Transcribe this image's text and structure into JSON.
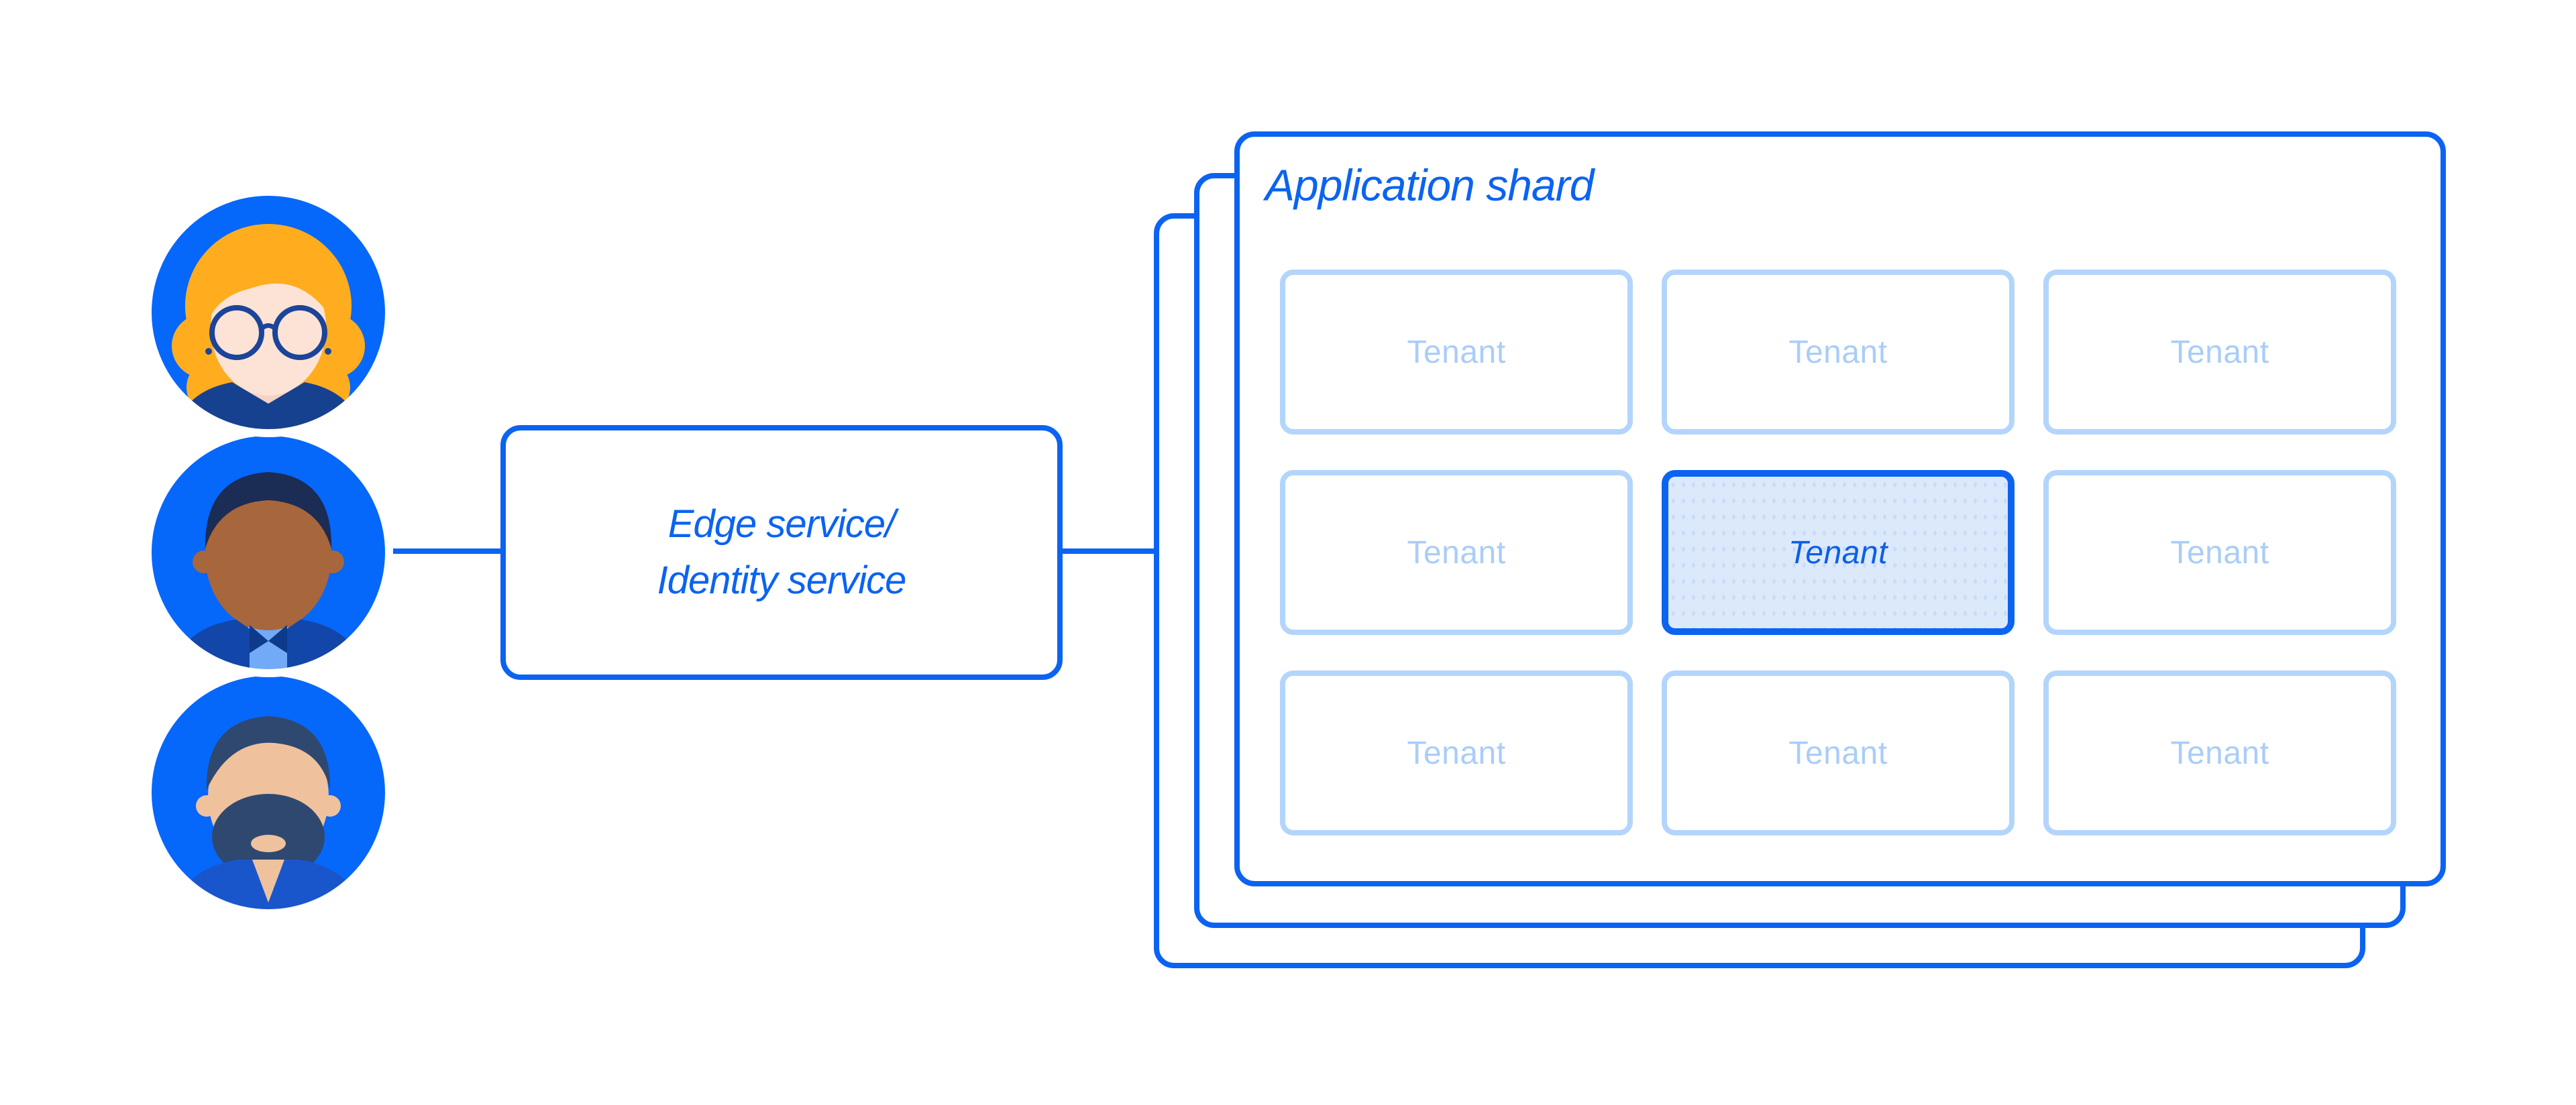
{
  "canvas": {
    "background": "#FFFFFF"
  },
  "palette": {
    "primary_blue": "#0B63F1",
    "avatar_circle_blue": "#0667FB",
    "tenant_border_light_blue": "#B3D5FC",
    "tenant_text_light_blue": "#A9CDF8",
    "highlight_fill": "#DCE9FB",
    "highlight_text_blue": "#0C5FE6",
    "white": "#FFFFFF"
  },
  "users": {
    "avatars": [
      {
        "icon": "woman-glasses-avatar-icon"
      },
      {
        "icon": "man-short-hair-avatar-icon"
      },
      {
        "icon": "man-beard-avatar-icon"
      }
    ]
  },
  "edge_service": {
    "label_line1": "Edge service/",
    "label_line2": "Identity service"
  },
  "application_shard": {
    "title": "Application shard",
    "stacked_panels": 3,
    "grid": {
      "rows": 3,
      "cols": 3,
      "tenants": [
        {
          "label": "Tenant",
          "highlighted": false
        },
        {
          "label": "Tenant",
          "highlighted": false
        },
        {
          "label": "Tenant",
          "highlighted": false
        },
        {
          "label": "Tenant",
          "highlighted": false
        },
        {
          "label": "Tenant",
          "highlighted": true
        },
        {
          "label": "Tenant",
          "highlighted": false
        },
        {
          "label": "Tenant",
          "highlighted": false
        },
        {
          "label": "Tenant",
          "highlighted": false
        },
        {
          "label": "Tenant",
          "highlighted": false
        }
      ]
    }
  }
}
